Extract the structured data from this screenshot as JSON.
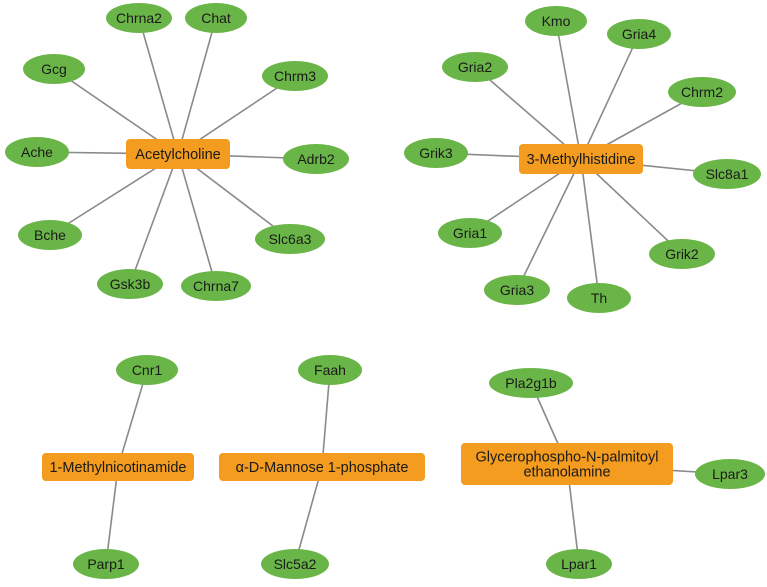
{
  "networks": [
    {
      "center": [
        "Acetylcholine"
      ],
      "genes": [
        "Chrna2",
        "Chat",
        "Gcg",
        "Chrm3",
        "Ache",
        "Adrb2",
        "Bche",
        "Slc6a3",
        "Gsk3b",
        "Chrna7"
      ]
    },
    {
      "center": [
        "3-Methylhistidine"
      ],
      "genes": [
        "Kmo",
        "Gria4",
        "Gria2",
        "Chrm2",
        "Grik3",
        "Slc8a1",
        "Gria1",
        "Grik2",
        "Gria3",
        "Th"
      ]
    },
    {
      "center": [
        "1-Methylnicotinamide"
      ],
      "genes": [
        "Cnr1",
        "Parp1"
      ]
    },
    {
      "center": [
        "α-D-Mannose 1-phosphate"
      ],
      "genes": [
        "Faah",
        "Slc5a2"
      ]
    },
    {
      "center": [
        "Glycerophospho-N-palmitoyl",
        "ethanolamine"
      ],
      "genes": [
        "Pla2g1b",
        "Lpar3",
        "Lpar1"
      ]
    }
  ],
  "colors": {
    "gene_node": "#6ab547",
    "metabolite_node": "#f39c1f",
    "edge": "#8a8a8a"
  }
}
